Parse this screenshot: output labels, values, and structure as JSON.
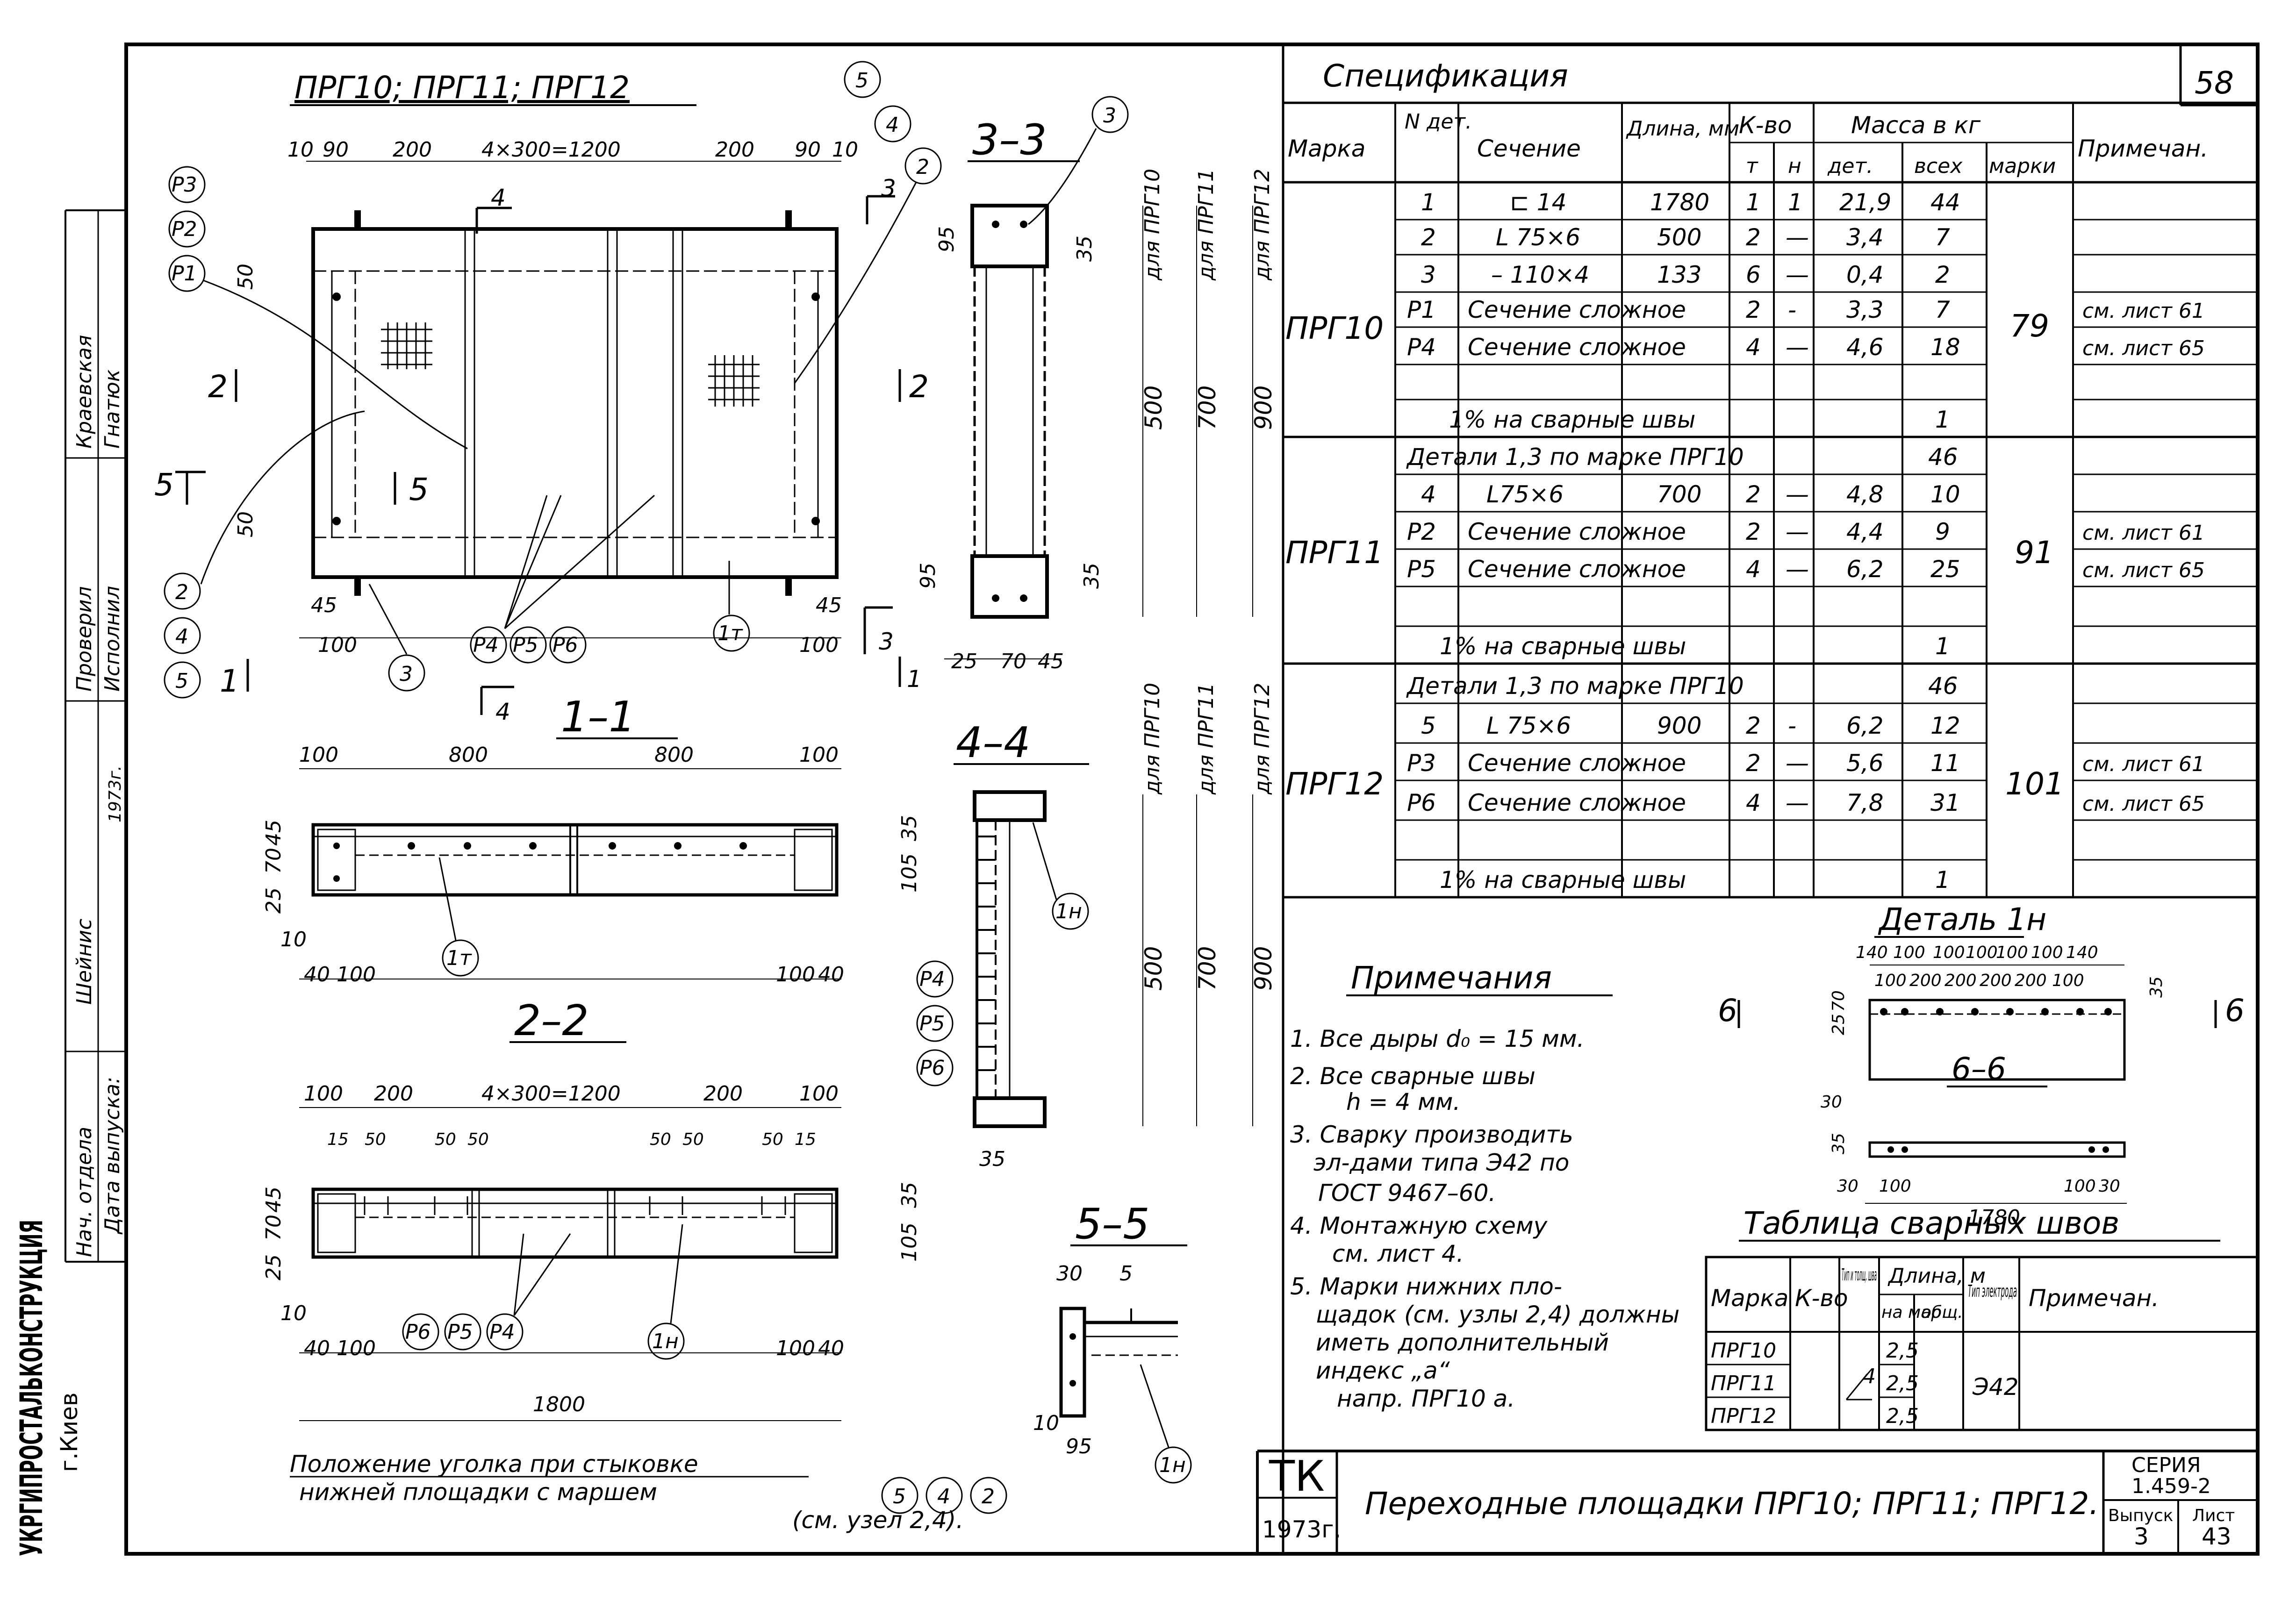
{
  "sheet_no": "58",
  "main_title": "ПРГ10; ПРГ11; ПРГ12",
  "plan": {
    "top_dims": [
      "10",
      "90",
      "200",
      "4×300=1200",
      "200",
      "90",
      "10"
    ],
    "side_dims": [
      "50",
      "50"
    ],
    "bottom_dims": [
      "45",
      "100",
      "45",
      "100"
    ],
    "callouts_left": [
      "Р3",
      "Р2",
      "Р1"
    ],
    "callouts_left_low": [
      "2",
      "4",
      "5"
    ],
    "callouts_top": [
      "5",
      "4",
      "2"
    ],
    "callouts_bottom": [
      "Р4",
      "Р5",
      "Р6"
    ],
    "callout_3": "3",
    "callout_1t": "1т",
    "cuts": [
      "4",
      "3",
      "2",
      "2",
      "5",
      "5",
      "1",
      "3",
      "1",
      "4"
    ]
  },
  "section_33": {
    "title": "3–3",
    "callout": "3",
    "dims": [
      "95",
      "35",
      "95",
      "35",
      "25",
      "70",
      "45"
    ],
    "heights": [
      "500",
      "700",
      "900"
    ],
    "labels": [
      "для ПРГ10",
      "для ПРГ11",
      "для ПРГ12"
    ]
  },
  "section_11": {
    "title": "1–1",
    "top_dims": [
      "100",
      "800",
      "800",
      "100"
    ],
    "left_dims": [
      "45",
      "70",
      "25",
      "10"
    ],
    "bottom_dims": [
      "40",
      "100",
      "100",
      "40"
    ],
    "right_dims": [
      "35",
      "105"
    ],
    "callout": "1т"
  },
  "section_44": {
    "title": "4–4",
    "callouts": [
      "1н",
      "Р4",
      "Р5",
      "Р6"
    ],
    "heights": [
      "500",
      "700",
      "900"
    ],
    "labels": [
      "для ПРГ10",
      "для ПРГ11",
      "для ПРГ12"
    ],
    "dim": "35"
  },
  "section_22": {
    "title": "2–2",
    "top_dims": [
      "100",
      "200",
      "4×300=1200",
      "200",
      "100"
    ],
    "sub_dims": [
      "15",
      "50",
      "50",
      "50",
      "50",
      "50",
      "50",
      "15"
    ],
    "left_dims": [
      "45",
      "70",
      "25",
      "10"
    ],
    "bottom_dims": [
      "40",
      "100",
      "1800",
      "100",
      "40"
    ],
    "right_dims": [
      "35",
      "105"
    ],
    "callouts": [
      "Р6",
      "Р5",
      "Р4",
      "1н"
    ]
  },
  "section_55": {
    "title": "5–5",
    "dims": [
      "30",
      "5",
      "10",
      "95"
    ],
    "callout": "1н"
  },
  "angle_note": {
    "line1": "Положение уголка при стыковке",
    "line2": "нижней площадки с маршем",
    "line3": "(см. узел 2,4).",
    "callouts": [
      "5",
      "4",
      "2"
    ]
  },
  "spec": {
    "title": "Спецификация",
    "headers": {
      "mark": "Марка",
      "det_no": "N дет.",
      "section": "Сечение",
      "length": "Длина, мм",
      "qty": "К-во",
      "qty_t": "т",
      "qty_n": "н",
      "mass": "Масса в кг",
      "mass_det": "дет.",
      "mass_all": "всех",
      "mass_mark": "марки",
      "note": "Примечан."
    },
    "groups": [
      {
        "mark": "ПРГ10",
        "total": "79",
        "rows": [
          {
            "no": "1",
            "section": "⊏ 14",
            "len": "1780",
            "t": "1",
            "n": "1",
            "det": "21,9",
            "all": "44",
            "note": ""
          },
          {
            "no": "2",
            "section": "L 75×6",
            "len": "500",
            "t": "2",
            "n": "—",
            "det": "3,4",
            "all": "7",
            "note": ""
          },
          {
            "no": "3",
            "section": "– 110×4",
            "len": "133",
            "t": "6",
            "n": "—",
            "det": "0,4",
            "all": "2",
            "note": ""
          },
          {
            "no": "Р1",
            "section": "Сечение сложное",
            "len": "",
            "t": "2",
            "n": "-",
            "det": "3,3",
            "all": "7",
            "note": "см. лист 61"
          },
          {
            "no": "Р4",
            "section": "Сечение сложное",
            "len": "",
            "t": "4",
            "n": "—",
            "det": "4,6",
            "all": "18",
            "note": "см. лист 65"
          }
        ],
        "weld": "1% на сварные швы",
        "weld_val": "1"
      },
      {
        "mark": "ПРГ11",
        "total": "91",
        "details": "Детали 1,3 по марке ПРГ10",
        "details_val": "46",
        "rows": [
          {
            "no": "4",
            "section": "L75×6",
            "len": "700",
            "t": "2",
            "n": "—",
            "det": "4,8",
            "all": "10",
            "note": ""
          },
          {
            "no": "Р2",
            "section": "Сечение сложное",
            "len": "",
            "t": "2",
            "n": "—",
            "det": "4,4",
            "all": "9",
            "note": "см. лист 61"
          },
          {
            "no": "Р5",
            "section": "Сечение сложное",
            "len": "",
            "t": "4",
            "n": "—",
            "det": "6,2",
            "all": "25",
            "note": "см. лист 65"
          }
        ],
        "weld": "1% на сварные швы",
        "weld_val": "1"
      },
      {
        "mark": "ПРГ12",
        "total": "101",
        "details": "Детали 1,3 по марке ПРГ10",
        "details_val": "46",
        "rows": [
          {
            "no": "5",
            "section": "L 75×6",
            "len": "900",
            "t": "2",
            "n": "-",
            "det": "6,2",
            "all": "12",
            "note": ""
          },
          {
            "no": "Р3",
            "section": "Сечение сложное",
            "len": "",
            "t": "2",
            "n": "—",
            "det": "5,6",
            "all": "11",
            "note": "см. лист 61"
          },
          {
            "no": "Р6",
            "section": "Сечение сложное",
            "len": "",
            "t": "4",
            "n": "—",
            "det": "7,8",
            "all": "31",
            "note": "см. лист 65"
          }
        ],
        "weld": "1% на сварные швы",
        "weld_val": "1"
      }
    ]
  },
  "detail1n": {
    "title": "Деталь 1н",
    "top_dims": [
      "140",
      "100",
      "100",
      "100",
      "100",
      "100",
      "140"
    ],
    "top_dims2": [
      "100",
      "200",
      "200",
      "200",
      "200",
      "100"
    ],
    "left_dims": [
      "25",
      "70",
      "30",
      "35",
      "30"
    ],
    "right_dim": "35",
    "bottom_dims": [
      "100",
      "1780",
      "100",
      "30"
    ],
    "section_title": "6–6",
    "cuts": [
      "6",
      "6"
    ]
  },
  "notes": {
    "title": "Примечания",
    "items": [
      "1. Все дыры d₀ = 15 мм.",
      "2. Все сварные швы",
      "h = 4 мм.",
      "3. Сварку производить",
      "эл-дами типа Э42 по",
      "ГОСТ 9467–60.",
      "4. Монтажную схему",
      "см. лист 4.",
      "5. Марки нижних пло-",
      "щадок (см. узлы 2,4) должны",
      "иметь дополнительный",
      "индекс „а“",
      "напр. ПРГ10 а."
    ]
  },
  "weld_table": {
    "title": "Таблица сварных швов",
    "headers": [
      "Марка",
      "К-во",
      "Тип и толщ. шва",
      "Длина, м",
      "на мар.",
      "общ.",
      "Тип электрода",
      "Примечан."
    ],
    "rows": [
      "ПРГ10",
      "ПРГ11",
      "ПРГ12"
    ],
    "lengths": [
      "2,5",
      "2,5",
      "2,5"
    ],
    "thickness": "4",
    "electrode": "Э42"
  },
  "title_block": {
    "org": "ТК",
    "year": "1973г.",
    "title": "Переходные площадки ПРГ10; ПРГ11; ПРГ12.",
    "series_label": "СЕРИЯ",
    "series": "1.459-2",
    "issue_label": "Выпуск",
    "issue": "3",
    "sheet_label": "Лист",
    "sheet": "43"
  },
  "side_stamp": {
    "roles": [
      "Нач. отдела",
      "Шейнис",
      "Проверил",
      "Исполнил"
    ],
    "names": [
      "Краевская",
      "Гнатюк"
    ],
    "year": "1973г.",
    "date_label": "Дата выпуска:",
    "org": "УКРГИПРОСТАЛЬКОНСТРУКЦИЯ",
    "city": "г.Киев"
  }
}
